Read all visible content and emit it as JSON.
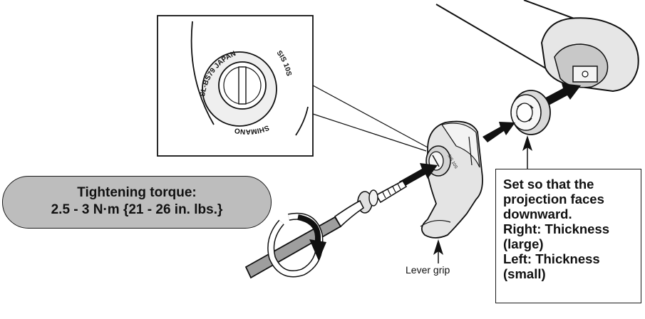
{
  "torque": {
    "line1": "Tightening torque:",
    "line2": "2.5 - 3 N·m {21 - 26 in. lbs.}"
  },
  "note": {
    "lines": [
      "Set so that the",
      "projection faces",
      "downward.",
      "Right: Thickness",
      "(large)",
      "Left: Thickness",
      "(small)"
    ]
  },
  "labels": {
    "lever_grip": "Lever grip",
    "inset_text_1": "SL-BS79 JAPAN",
    "inset_text_2": "SIS 10S",
    "inset_text_3": "SHIMANO"
  }
}
